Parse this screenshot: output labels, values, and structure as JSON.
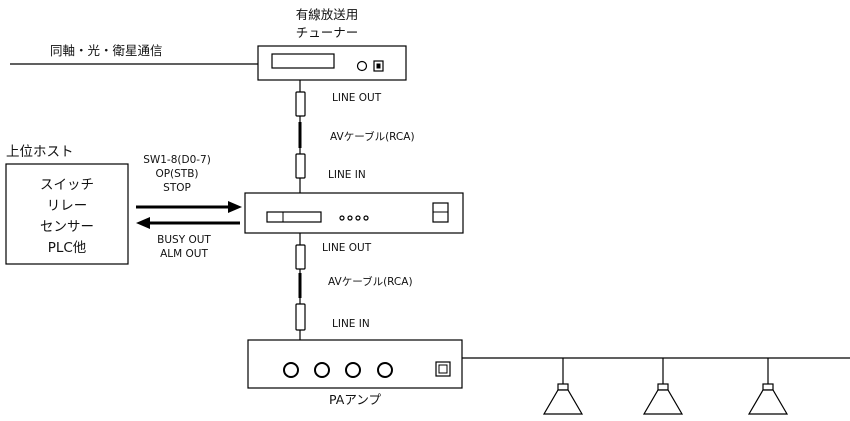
{
  "tuner": {
    "label_line1": "有線放送用",
    "label_line2": "チューナー",
    "input_label": "同軸・光・衛星通信",
    "line_out": "LINE OUT"
  },
  "cable1": {
    "label": "AVケーブル(RCA)"
  },
  "player": {
    "line_in": "LINE IN",
    "line_out": "LINE OUT"
  },
  "cable2": {
    "label": "AVケーブル(RCA)"
  },
  "amp": {
    "line_in": "LINE IN",
    "label": "PAアンプ"
  },
  "host": {
    "title": "上位ホスト",
    "items": [
      "スイッチ",
      "リレー",
      "センサー",
      "PLC他"
    ]
  },
  "signals_in": [
    "SW1-8(D0-7)",
    "OP(STB)",
    "STOP"
  ],
  "signals_out": [
    "BUSY OUT",
    "ALM OUT"
  ]
}
